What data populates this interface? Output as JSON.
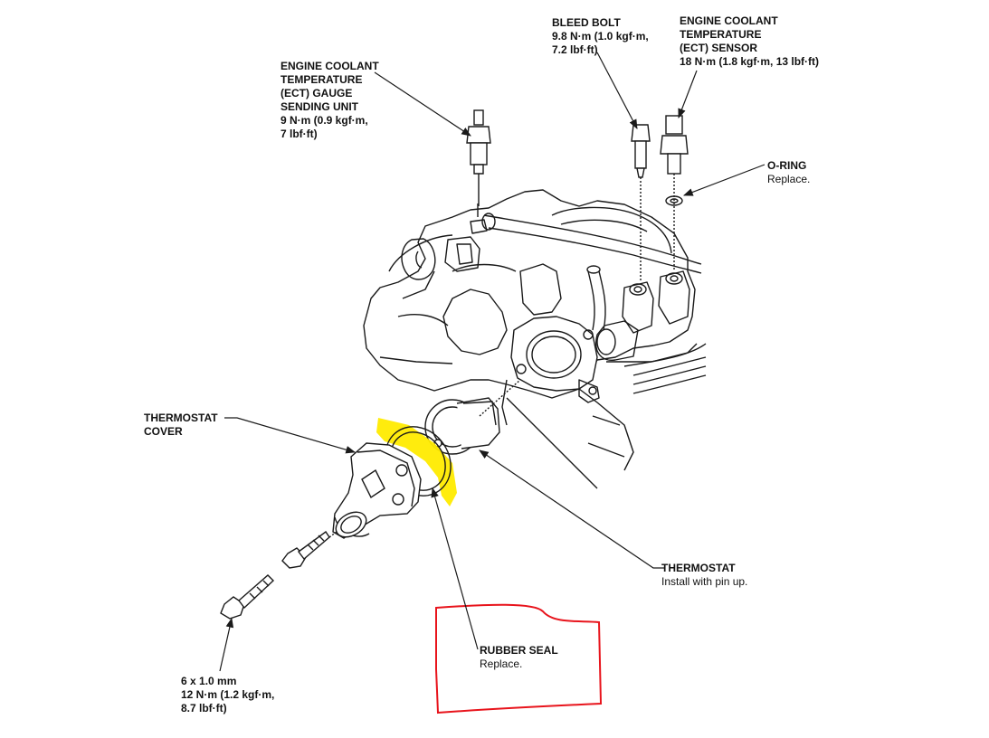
{
  "labels": {
    "ect_gauge": {
      "title": [
        "ENGINE COOLANT",
        "TEMPERATURE",
        "(ECT) GAUGE",
        "SENDING UNIT"
      ],
      "spec": [
        "9 N·m (0.9 kgf·m,",
        "7 lbf·ft)"
      ]
    },
    "bleed_bolt": {
      "title": [
        "BLEED BOLT"
      ],
      "spec": [
        "9.8 N·m (1.0 kgf·m,",
        "7.2 lbf·ft)"
      ]
    },
    "ect_sensor": {
      "title": [
        "ENGINE COOLANT",
        "TEMPERATURE",
        "(ECT) SENSOR"
      ],
      "spec": [
        "18 N·m (1.8 kgf·m, 13 lbf·ft)"
      ]
    },
    "o_ring": {
      "title": "O-RING",
      "note": "Replace."
    },
    "thermostat_cover": {
      "title": [
        "THERMOSTAT",
        "COVER"
      ]
    },
    "thermostat": {
      "title": "THERMOSTAT",
      "note": "Install with pin up."
    },
    "rubber_seal": {
      "title": "RUBBER SEAL",
      "note": "Replace."
    },
    "bolt": {
      "spec": [
        "6 x 1.0 mm",
        "12 N·m (1.2 kgf·m,",
        "8.7 lbf·ft)"
      ]
    }
  },
  "colors": {
    "line": "#1a1a1a",
    "highlight": "#ffeb00",
    "annotation": "#e8141c"
  }
}
